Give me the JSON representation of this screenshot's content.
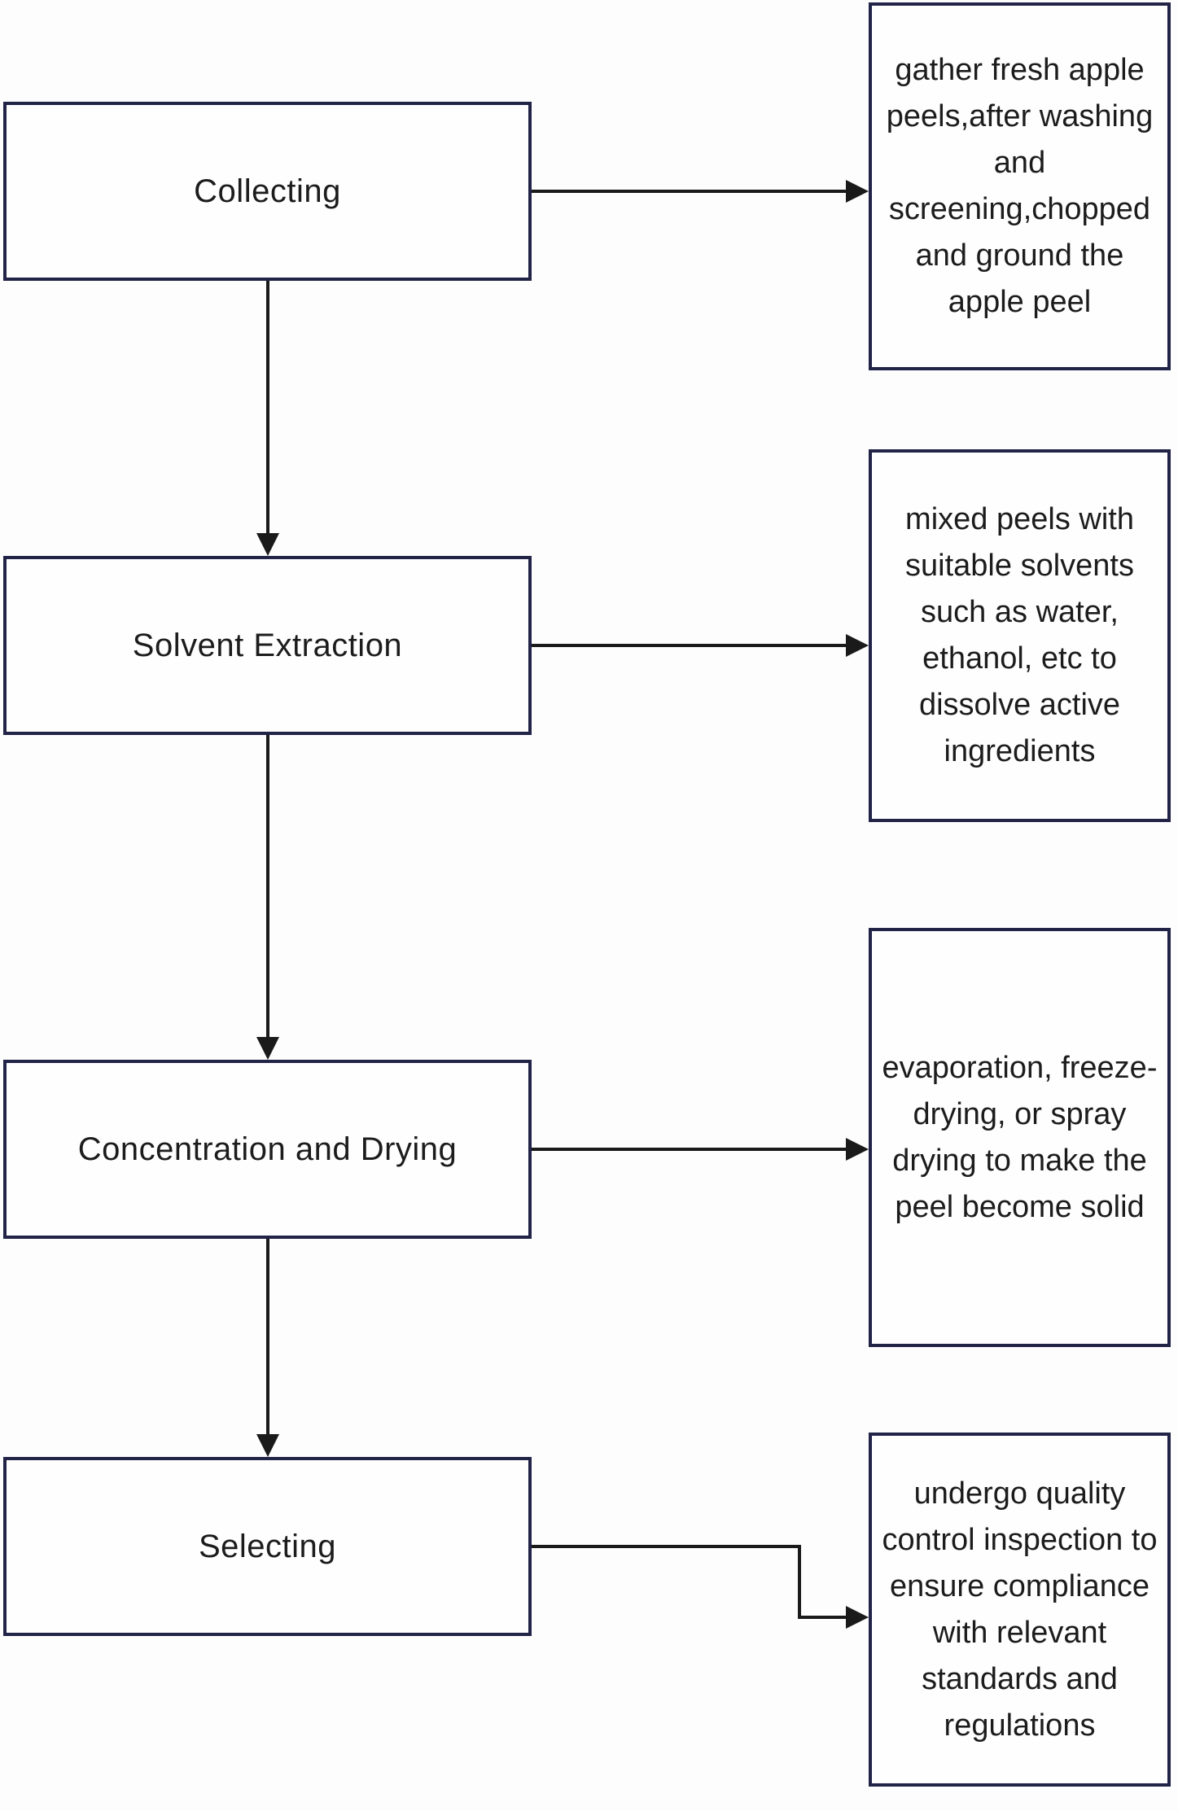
{
  "diagram": {
    "type": "flowchart",
    "steps": [
      {
        "label": "Collecting",
        "description": "gather fresh apple peels,after washing and screening,chopped and ground the apple peel"
      },
      {
        "label": "Solvent Extraction",
        "description": "mixed peels with suitable solvents such as water, ethanol, etc to dissolve active ingredients"
      },
      {
        "label": "Concentration and Drying",
        "description": "evaporation, freeze-drying, or spray drying to make the peel become solid"
      },
      {
        "label": "Selecting",
        "description": "undergo quality control inspection to ensure compliance with relevant standards and regulations"
      }
    ],
    "colors": {
      "box_border": "#212347",
      "arrow": "#1a1a1a",
      "text": "#1c1c1c",
      "background": "#fdfdfd"
    }
  }
}
